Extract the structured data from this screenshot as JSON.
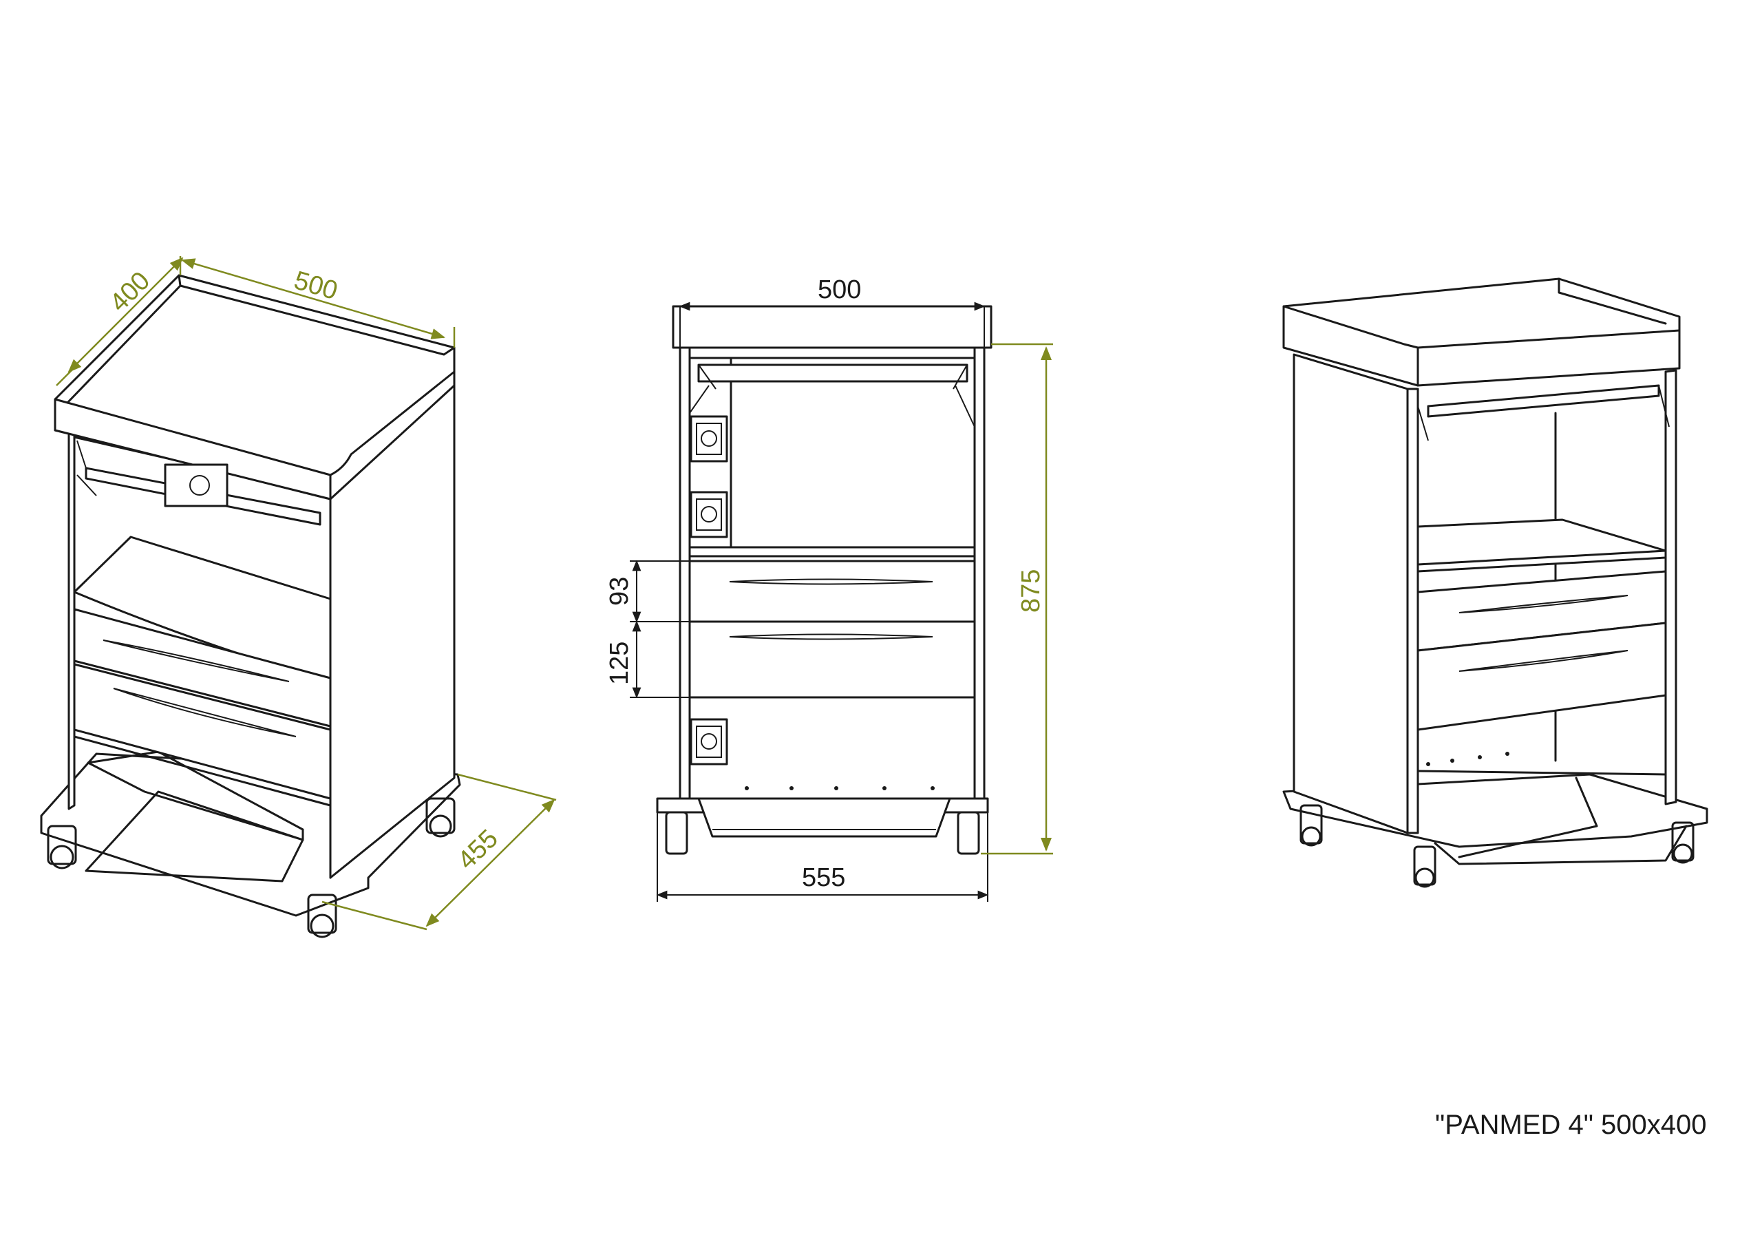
{
  "caption": "\"PANMED 4\" 500x400",
  "dimensions": {
    "iso_depth": "400",
    "iso_width": "500",
    "iso_base_depth": "455",
    "front_top_width": "500",
    "front_base_width": "555",
    "front_height": "875",
    "drawer1_height": "93",
    "drawer2_height": "125"
  },
  "colors": {
    "dimension_green": "#7f8a1f",
    "line": "#1a1a1a",
    "background": "#ffffff"
  }
}
